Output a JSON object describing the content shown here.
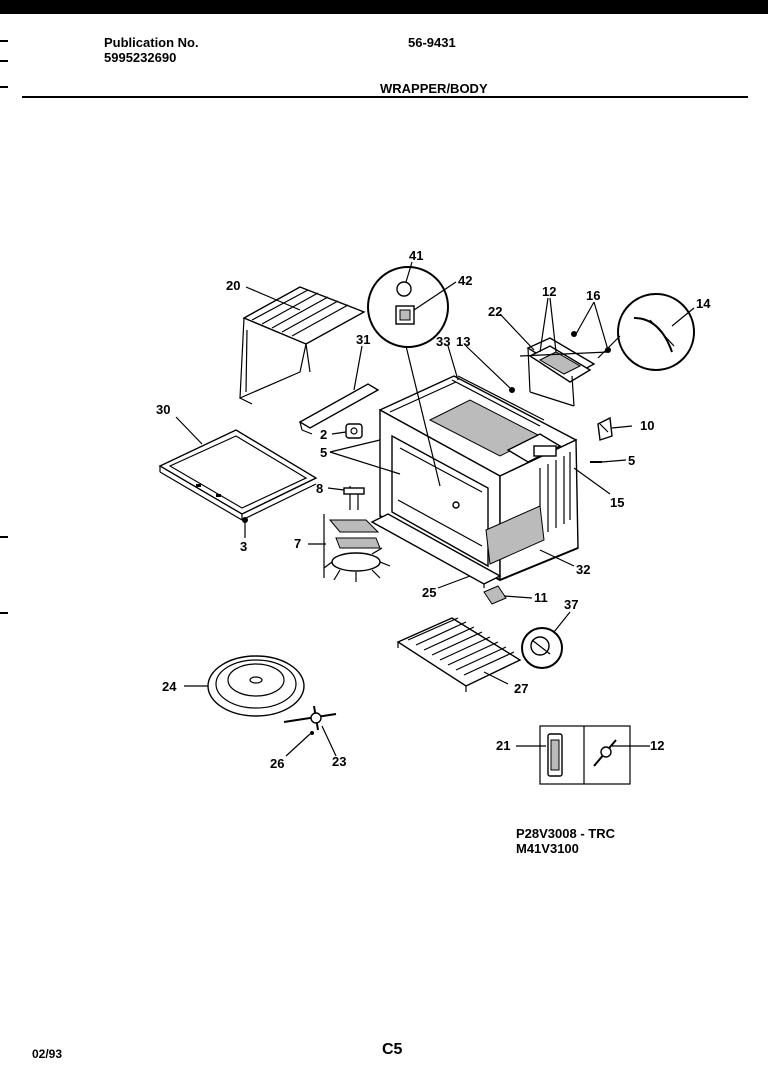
{
  "header": {
    "publication_label": "Publication No.",
    "publication_number": "5995232690",
    "doc_code": "56-9431",
    "section_title": "WRAPPER/BODY"
  },
  "models": [
    "P28V3008 - TRC",
    "M41V3100"
  ],
  "footer": {
    "date": "02/93",
    "page": "C5"
  },
  "callouts": {
    "c41": "41",
    "c42": "42",
    "c20": "20",
    "c12a": "12",
    "c16": "16",
    "c14": "14",
    "c22": "22",
    "c31": "31",
    "c33": "33",
    "c13": "13",
    "c30": "30",
    "c10": "10",
    "c2": "2",
    "c5a": "5",
    "c5b": "5",
    "c15": "15",
    "c8": "8",
    "c7": "7",
    "c3": "3",
    "c32": "32",
    "c25": "25",
    "c11": "11",
    "c37": "37",
    "c24": "24",
    "c27": "27",
    "c21": "21",
    "c12b": "12",
    "c26": "26",
    "c23": "23"
  }
}
